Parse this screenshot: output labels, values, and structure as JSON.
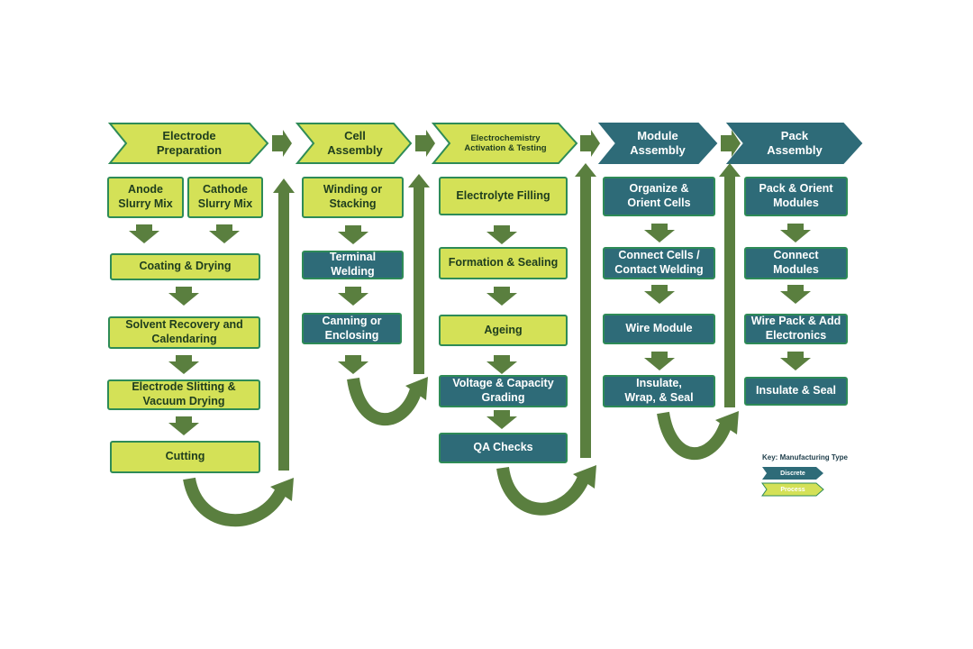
{
  "colors": {
    "process_fill": "#d4e157",
    "discrete_fill": "#2e6b78",
    "border": "#2e8b57",
    "arrow": "#5a7f3f"
  },
  "stages": [
    {
      "id": "electrode",
      "type": "process",
      "title": "Electrode\nPreparation"
    },
    {
      "id": "cell",
      "type": "process",
      "title": "Cell\nAssembly"
    },
    {
      "id": "electrochem",
      "type": "process",
      "title": "Electrochemistry\nActivation & Testing"
    },
    {
      "id": "module",
      "type": "discrete",
      "title": "Module\nAssembly"
    },
    {
      "id": "pack",
      "type": "discrete",
      "title": "Pack\nAssembly"
    }
  ],
  "steps": {
    "electrode": [
      {
        "label": "Anode\nSlurry Mix",
        "type": "process"
      },
      {
        "label": "Cathode\nSlurry Mix",
        "type": "process"
      },
      {
        "label": "Coating & Drying",
        "type": "process"
      },
      {
        "label": "Solvent Recovery and\nCalendaring",
        "type": "process"
      },
      {
        "label": "Electrode Slitting &\nVacuum Drying",
        "type": "process"
      },
      {
        "label": "Cutting",
        "type": "process"
      }
    ],
    "cell": [
      {
        "label": "Winding or\nStacking",
        "type": "process"
      },
      {
        "label": "Terminal\nWelding",
        "type": "discrete"
      },
      {
        "label": "Canning or\nEnclosing",
        "type": "discrete"
      }
    ],
    "electrochem": [
      {
        "label": "Electrolyte Filling",
        "type": "process"
      },
      {
        "label": "Formation & Sealing",
        "type": "process"
      },
      {
        "label": "Ageing",
        "type": "process"
      },
      {
        "label": "Voltage & Capacity\nGrading",
        "type": "discrete"
      },
      {
        "label": "QA Checks",
        "type": "discrete"
      }
    ],
    "module": [
      {
        "label": "Organize &\nOrient Cells",
        "type": "discrete"
      },
      {
        "label": "Connect Cells /\nContact Welding",
        "type": "discrete"
      },
      {
        "label": "Wire Module",
        "type": "discrete"
      },
      {
        "label": "Insulate,\nWrap, & Seal",
        "type": "discrete"
      }
    ],
    "pack": [
      {
        "label": "Pack & Orient\nModules",
        "type": "discrete"
      },
      {
        "label": "Connect\nModules",
        "type": "discrete"
      },
      {
        "label": "Wire Pack & Add\nElectronics",
        "type": "discrete"
      },
      {
        "label": "Insulate & Seal",
        "type": "discrete"
      }
    ]
  },
  "key": {
    "title": "Key: Manufacturing Type",
    "discrete": "Discrete",
    "process": "Process"
  }
}
